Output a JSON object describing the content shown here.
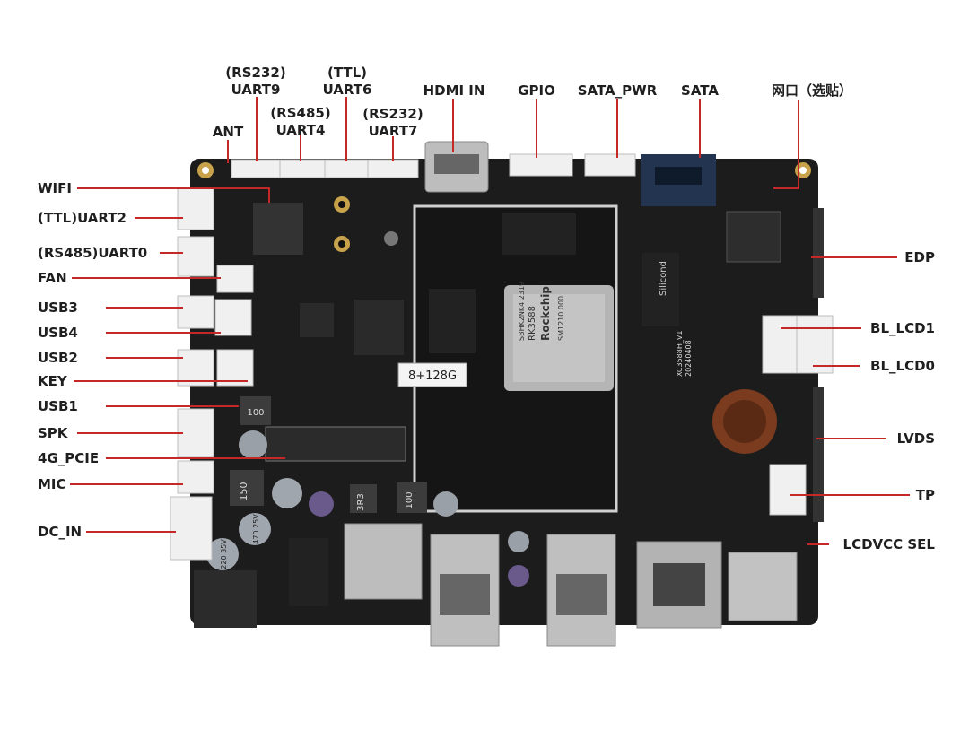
{
  "labels": {
    "top": {
      "uart9_type": "(RS232)",
      "uart9": "UART9",
      "uart6_type": "(TTL)",
      "uart6": "UART6",
      "hdmi_in": "HDMI IN",
      "gpio": "GPIO",
      "sata_pwr": "SATA_PWR",
      "sata": "SATA",
      "lan_optional": "网口（选贴）",
      "ant": "ANT",
      "uart4_type": "(RS485)",
      "uart4": "UART4",
      "uart7_type": "(RS232)",
      "uart7": "UART7"
    },
    "left": {
      "wifi": "WIFI",
      "uart2": "(TTL)UART2",
      "uart0": "(RS485)UART0",
      "fan": "FAN",
      "usb3": "USB3",
      "usb4": "USB4",
      "usb2": "USB2",
      "key": "KEY",
      "usb1": "USB1",
      "spk": "SPK",
      "pcie": "4G_PCIE",
      "mic": "MIC",
      "dc_in": "DC_IN"
    },
    "right": {
      "edp": "EDP",
      "bl_lcd1": "BL_LCD1",
      "bl_lcd0": "BL_LCD0",
      "lvds": "LVDS",
      "tp": "TP",
      "lcdvcc_sel": "LCDVCC SEL"
    }
  },
  "board": {
    "soc_brand": "Rockchip",
    "soc_model": "RK3588",
    "soc_line2": "SBHK2NK4 2319",
    "soc_line3": "SM1210 000",
    "memory_sticker": "8+128G",
    "ic_brand": "Silicond",
    "pcb_model": "XC3588H_V1",
    "pcb_date": "20240408",
    "inductor_100": "100",
    "inductor_150": "150",
    "cap_rating": "470 25V",
    "cap_rating_2": "220 35V",
    "inductor_3r3": "3R3"
  },
  "colors": {
    "label_text": "#1f1f1f",
    "leader_line": "#c62828",
    "pcb": "#1c1c1c",
    "connector_white": "#f2f2f2",
    "metal": "#b8b8b8"
  }
}
